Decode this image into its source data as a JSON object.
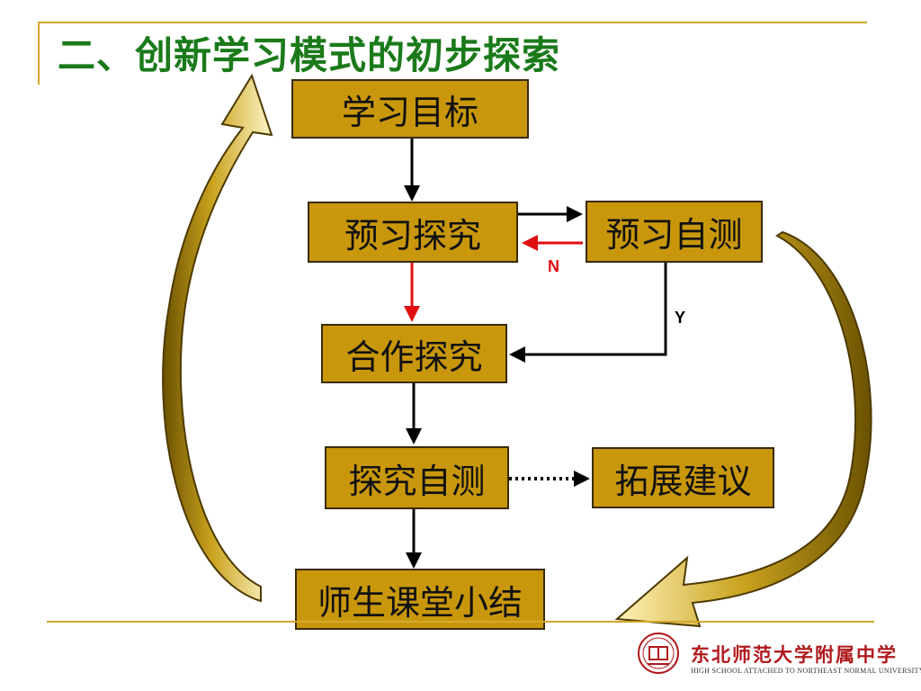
{
  "slide": {
    "title": "二、创新学习模式的初步探索"
  },
  "diagram": {
    "nodes": {
      "goal": "学习目标",
      "preview_explore": "预习探究",
      "preview_test": "预习自测",
      "coop_explore": "合作探究",
      "explore_test": "探究自测",
      "extension": "拓展建议",
      "summary": "师生课堂小结"
    },
    "labels": {
      "no": "N",
      "yes": "Y"
    },
    "colors": {
      "box_fill": "#c9970c",
      "loop_arrow": "#b8930f",
      "no_arrow": "#e01010",
      "title": "#1a7a1a",
      "rule": "#d4a82c"
    }
  },
  "logo": {
    "name": "东北师范大学附属中学",
    "subtitle": "HIGH SCHOOL ATTACHED TO NORTHEAST NORMAL UNIVERSITY",
    "emblem": "school-emblem-icon"
  }
}
